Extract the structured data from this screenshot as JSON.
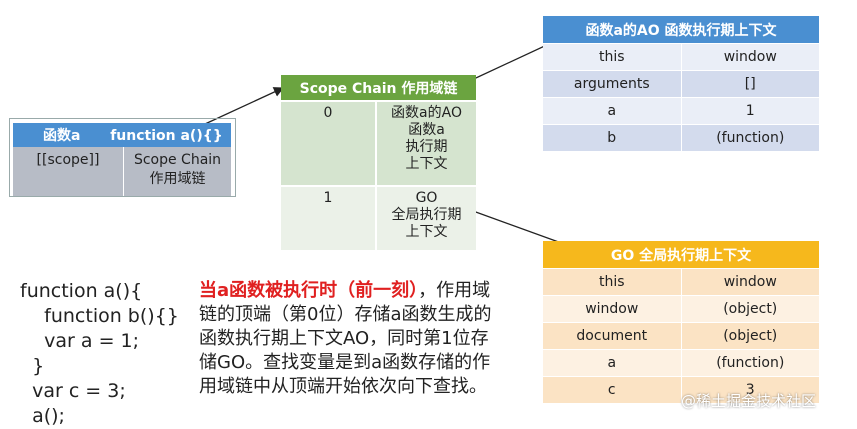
{
  "function_table": {
    "header_name": "函数a",
    "header_sig": "function a(){}",
    "cell_scope": "[[scope]]",
    "cell_chain_line1": "Scope Chain",
    "cell_chain_line2": "作用域链"
  },
  "scope_chain": {
    "title": "Scope Chain 作用域链",
    "rows": [
      {
        "index": "0",
        "lines": [
          "函数a的AO",
          "函数a",
          "执行期",
          "上下文"
        ]
      },
      {
        "index": "1",
        "lines": [
          "GO",
          "全局执行期",
          "上下文"
        ]
      }
    ]
  },
  "ao_table": {
    "title": "函数a的AO 函数执行期上下文",
    "rows": [
      [
        "this",
        "window"
      ],
      [
        "arguments",
        "[]"
      ],
      [
        "a",
        "1"
      ],
      [
        "b",
        "(function)"
      ]
    ]
  },
  "go_table": {
    "title": "GO 全局执行期上下文",
    "rows": [
      [
        "this",
        "window"
      ],
      [
        "window",
        "(object)"
      ],
      [
        "document",
        "(object)"
      ],
      [
        "a",
        "(function)"
      ],
      [
        "c",
        "3"
      ]
    ]
  },
  "code": {
    "lines": [
      "function a(){",
      "    function b(){}",
      "    var a = 1;",
      "  }",
      "  var c = 3;",
      "  a();"
    ]
  },
  "explanation": {
    "highlight": "当a函数被执行时（前一刻）",
    "body": "，作用域链的顶端（第0位）存储a函数生成的函数执行期上下文AO，同时第1位存储GO。查找变量是到a函数存储的作用域链中从顶端开始依次向下查找。"
  },
  "watermark": "@稀土掘金技术社区",
  "colors": {
    "blue_header": "#4a8fd1",
    "green_header": "#6ba440",
    "orange_header": "#f6b81c",
    "highlight_red": "#e02020"
  }
}
